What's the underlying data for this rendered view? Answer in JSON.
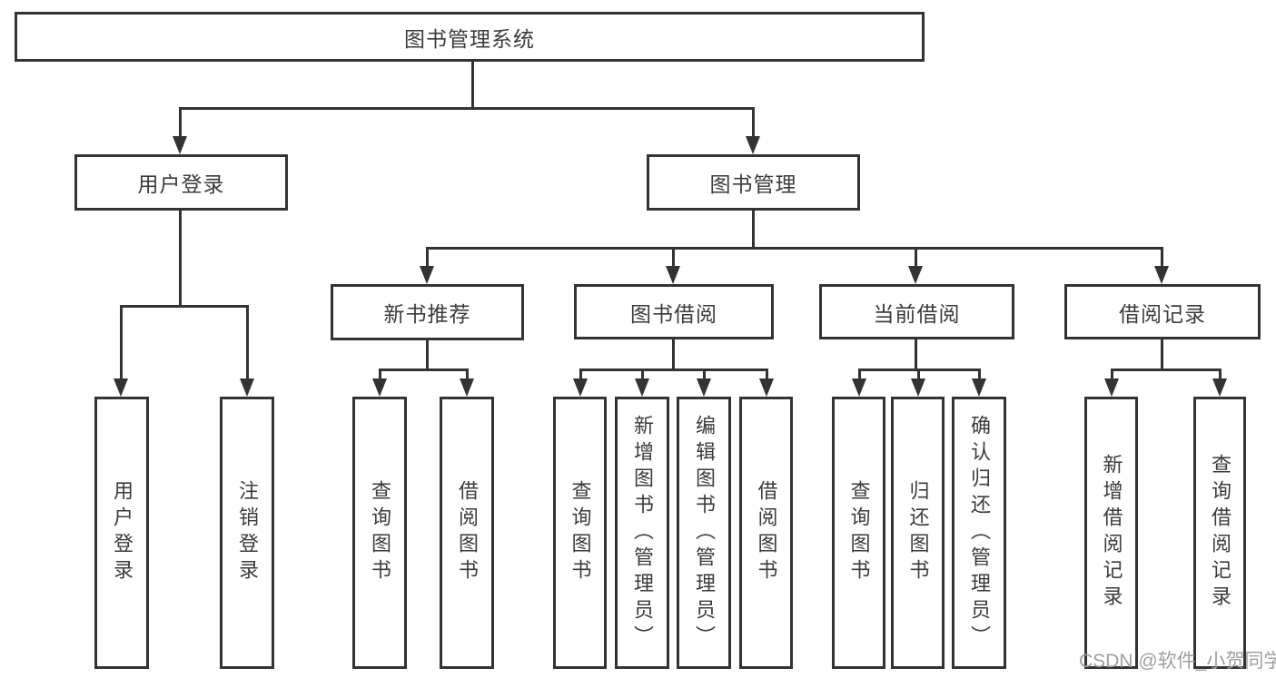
{
  "diagram": {
    "root": "图书管理系统",
    "user_branch": {
      "label": "用户登录",
      "children": [
        "用户登录",
        "注销登录"
      ]
    },
    "mgmt_branch": {
      "label": "图书管理",
      "groups": [
        {
          "label": "新书推荐",
          "children": [
            "查询图书",
            "借阅图书"
          ]
        },
        {
          "label": "图书借阅",
          "children": [
            "查询图书",
            "新增图书（管理员）",
            "编辑图书（管理员）",
            "借阅图书"
          ]
        },
        {
          "label": "当前借阅",
          "children": [
            "查询图书",
            "归还图书",
            "确认归还（管理员）"
          ]
        },
        {
          "label": "借阅记录",
          "children": [
            "新增借阅记录",
            "查询借阅记录"
          ]
        }
      ]
    }
  },
  "watermark": "CSDN @软件_小贺同学",
  "colors": {
    "line": "#333333",
    "text": "#3b3b3b",
    "watermark": "#9e9e9e",
    "background": "#ffffff"
  }
}
